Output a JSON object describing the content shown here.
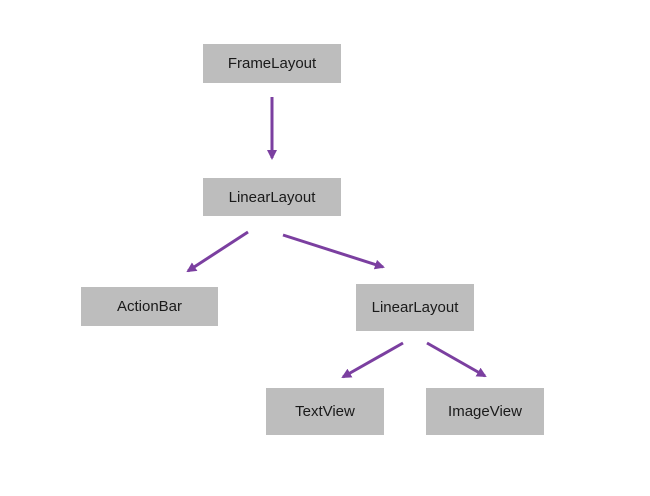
{
  "diagram": {
    "arrow_color": "#7b3fa0",
    "node_color": "#bdbdbd",
    "nodes": {
      "frame_layout": "FrameLayout",
      "linear_layout_root": "LinearLayout",
      "action_bar": "ActionBar",
      "linear_layout_child": "LinearLayout",
      "text_view": "TextView",
      "image_view": "ImageView"
    },
    "edges": [
      {
        "from": "FrameLayout",
        "to": "LinearLayout"
      },
      {
        "from": "LinearLayout",
        "to": "ActionBar"
      },
      {
        "from": "LinearLayout",
        "to": "LinearLayout (child)"
      },
      {
        "from": "LinearLayout (child)",
        "to": "TextView"
      },
      {
        "from": "LinearLayout (child)",
        "to": "ImageView"
      }
    ]
  }
}
